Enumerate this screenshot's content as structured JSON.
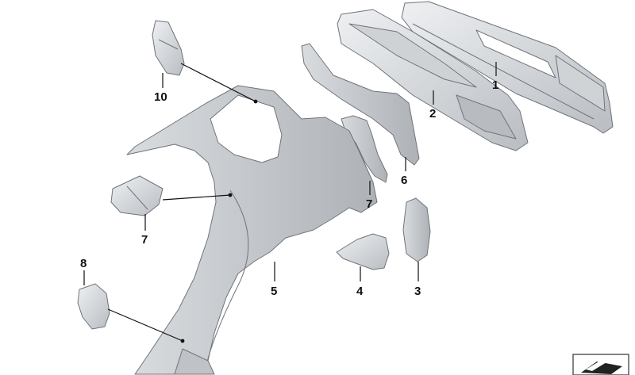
{
  "diagram": {
    "colors": {
      "part_light": "#e3e5e7",
      "part_mid": "#c9ccd0",
      "part_dark": "#a9adb2",
      "outline": "#6f7479",
      "leader": "#111111"
    },
    "callouts": {
      "c1": "1",
      "c2": "2",
      "c3": "3",
      "c4": "4",
      "c5": "5",
      "c6": "6",
      "c7a": "7",
      "c7b": "7",
      "c8": "8",
      "c10": "10"
    },
    "corner_icon": "parts-catalog-symbol-icon"
  }
}
